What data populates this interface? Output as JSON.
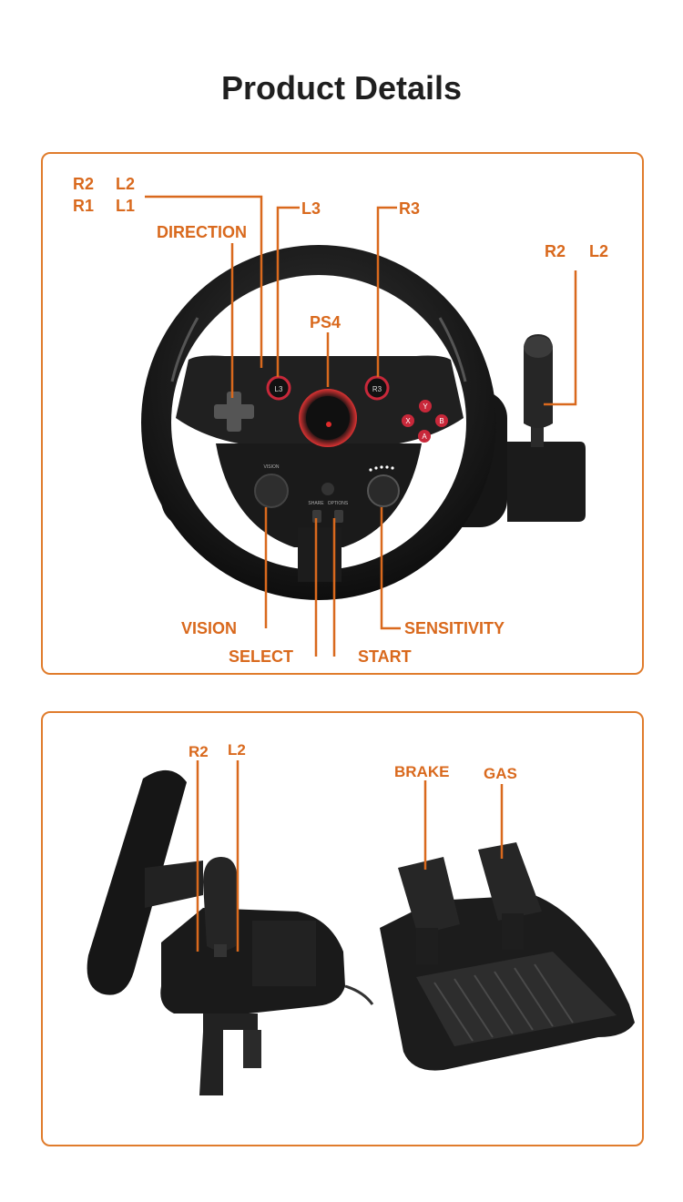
{
  "page": {
    "title": "Product Details"
  },
  "colors": {
    "accent": "#d9691d",
    "frame": "#e07c2c",
    "device": "#1a1a1a",
    "highlight": "#c8283a"
  },
  "wheel_panel": {
    "labels": {
      "r2": "R2",
      "l2": "L2",
      "r1": "R1",
      "l1": "L1",
      "l3": "L3",
      "r3": "R3",
      "direction": "DIRECTION",
      "shifter_r2": "R2",
      "shifter_l2": "L2",
      "ps4": "PS4",
      "vision": "VISION",
      "select": "SELECT",
      "start": "START",
      "sensitivity": "SENSITIVITY"
    },
    "device_text": {
      "l3_button": "L3",
      "r3_button": "R3",
      "x": "X",
      "y": "Y",
      "a": "A",
      "b": "B",
      "vision_text": "VISION",
      "share_text": "SHARE",
      "options_text": "OPTIONS"
    }
  },
  "pedal_panel": {
    "labels": {
      "r2": "R2",
      "l2": "L2",
      "brake": "BRAKE",
      "gas": "GAS"
    }
  }
}
